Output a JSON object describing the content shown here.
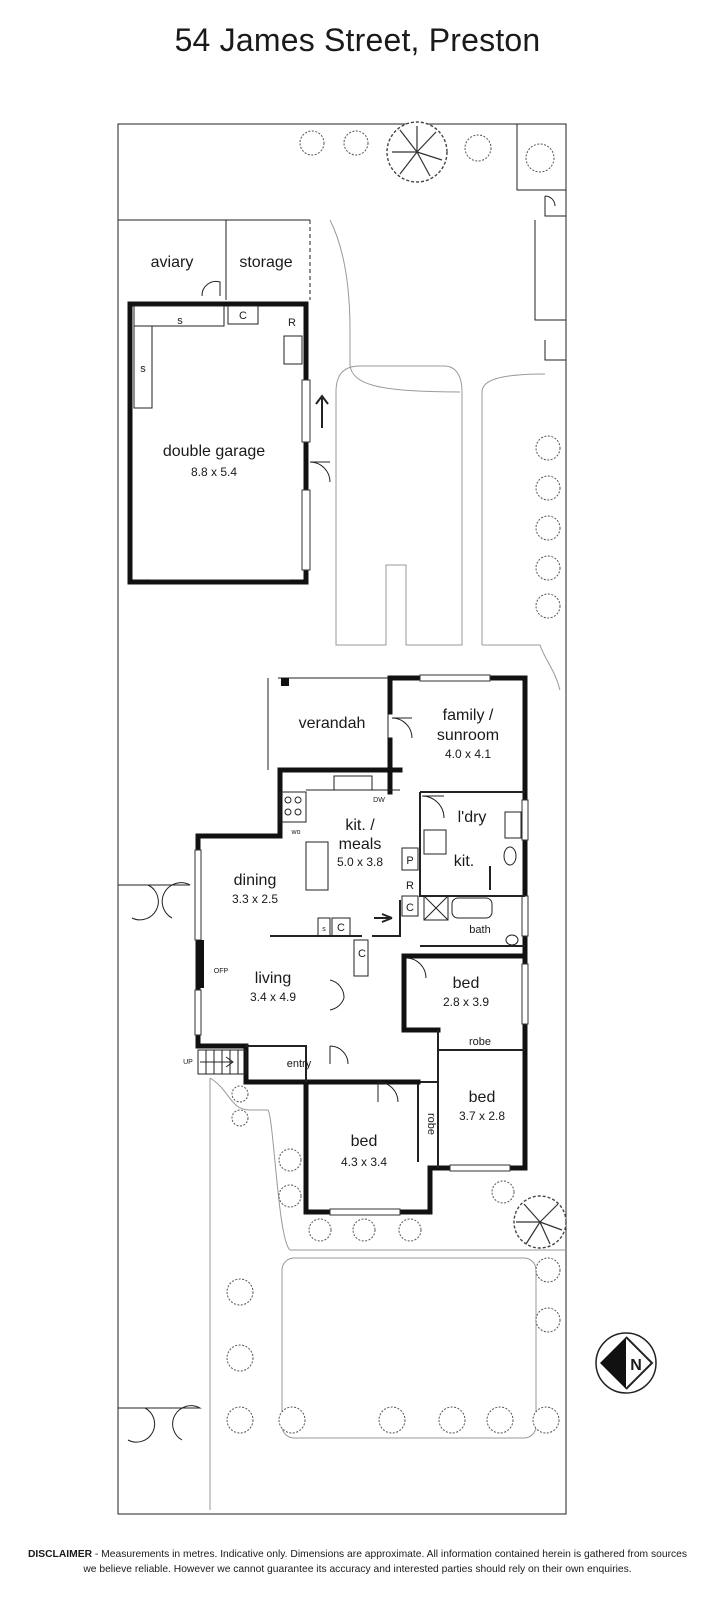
{
  "title": "54 James Street, Preston",
  "rooms": {
    "aviary": "aviary",
    "storage": "storage",
    "garage_name": "double garage",
    "garage_dim": "8.8 x 5.4",
    "verandah": "verandah",
    "family_l1": "family /",
    "family_l2": "sunroom",
    "family_dim": "4.0 x 4.1",
    "kit_l1": "kit. /",
    "kit_l2": "meals",
    "kit_dim": "5.0 x 3.8",
    "laundry": "l'dry",
    "kit2": "kit.",
    "dining": "dining",
    "dining_dim": "3.3 x 2.5",
    "living": "living",
    "living_dim": "3.4 x 4.9",
    "bath": "bath",
    "bed1": "bed",
    "bed1_dim": "2.8 x 3.9",
    "robe1": "robe",
    "bed2": "bed",
    "bed2_dim": "3.7 x 2.8",
    "entry": "entry",
    "bed3": "bed",
    "bed3_dim": "4.3 x 3.4",
    "robe2": "robe"
  },
  "fixtures": {
    "s1": "s",
    "s2": "s",
    "c_garage": "C",
    "r_garage": "R",
    "dw": "DW",
    "wo": "wo",
    "p": "P",
    "r_kit": "R",
    "c_kit": "C",
    "s_hall": "s",
    "c_hall1": "C",
    "c_hall2": "C",
    "ofp": "OFP",
    "up": "UP"
  },
  "compass": {
    "letter": "N"
  },
  "disclaimer": {
    "label": "DISCLAIMER",
    "text": " - Measurements in metres. Indicative only. Dimensions are approximate. All information contained herein is gathered from sources we believe reliable. However we cannot guarantee its accuracy and interested parties should rely on their own enquiries."
  }
}
